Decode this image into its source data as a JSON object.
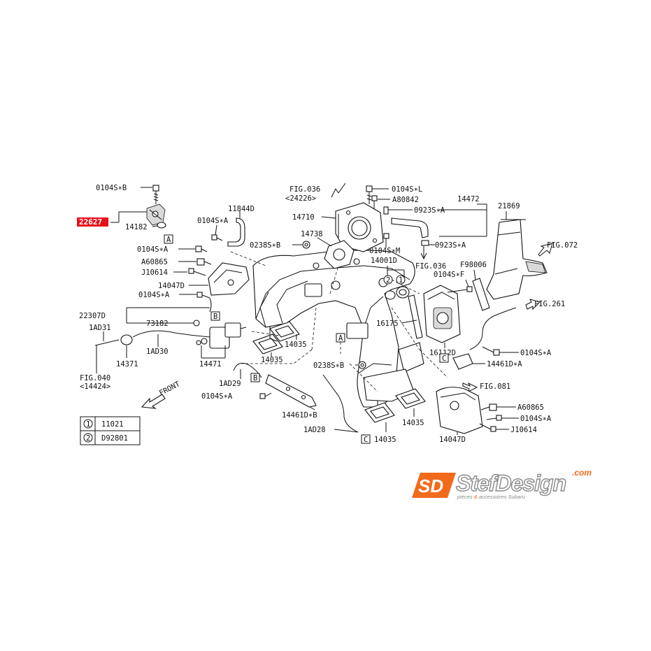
{
  "diagram": {
    "highlighted_part": "22627",
    "labels": {
      "l_0104sb": "0104S∗B",
      "l_22627": "22627",
      "l_14182": "14182",
      "l_boxA1": "A",
      "l_11844d": "11844D",
      "l_0104sa_1": "0104S∗A",
      "l_0238sb_1": "0238S∗B",
      "l_0104sa_2": "0104S∗A",
      "l_a60865_1": "A60865",
      "l_j10614_1": "J10614",
      "l_14047d_1": "14047D",
      "l_0104sa_3": "0104S∗A",
      "l_22307d": "22307D",
      "l_1ad31": "1AD31",
      "l_73182": "73182",
      "l_boxB1": "B",
      "l_14371": "14371",
      "l_1ad30": "1AD30",
      "l_14471": "14471",
      "l_fig040": "FIG.040",
      "l_14424": "<14424>",
      "l_front": "FRONT",
      "l_1ad29": "1AD29",
      "l_boxB2": "B",
      "l_0104sa_4": "0104S∗A",
      "l_14461db": "14461D∗B",
      "l_14035_1": "14035",
      "l_14035_2": "14035",
      "l_fig036_1": "FIG.036",
      "l_24226": "<24226>",
      "l_0104sl": "0104S∗L",
      "l_a80842": "A80842",
      "l_14710": "14710",
      "l_14738": "14738",
      "l_14472": "14472",
      "l_0923sa_1": "0923S∗A",
      "l_0923sa_2": "0923S∗A",
      "l_0104sm": "0104S∗M",
      "l_14001d": "14001D",
      "l_fig036_2": "FIG.036",
      "l_21869": "21869",
      "l_fig072": "FIG.072",
      "l_f98006": "F98006",
      "l_0104sf": "0104S∗F",
      "l_fig261": "FIG.261",
      "l_16175": "16175",
      "l_16112d": "16112D",
      "l_boxA2": "A",
      "l_0238sb_2": "0238S∗B",
      "l_0104sa_5": "0104S∗A",
      "l_boxC1": "C",
      "l_14461da": "14461D∗A",
      "l_fig081": "FIG.081",
      "l_a60865_2": "A60865",
      "l_0104sa_6": "0104S∗A",
      "l_j10614_2": "J10614",
      "l_14047d_2": "14047D",
      "l_14035_3": "14035",
      "l_14035_4": "14035",
      "l_1ad28": "1AD28",
      "l_boxC2": "C"
    },
    "legend": [
      {
        "key": "1",
        "part": "11021"
      },
      {
        "key": "2",
        "part": "D92801"
      }
    ],
    "circled_marks": [
      "1",
      "2"
    ]
  },
  "logo": {
    "mark": "SD",
    "brand": "StefDesign",
    "suffix": ".com",
    "tagline_left": "pièces",
    "tagline_amp": "&",
    "tagline_right": "accessoires Subaru",
    "colors": {
      "orange": "#f26a1b",
      "gray": "#8a8a8a",
      "highlight": "#e8101a"
    }
  }
}
